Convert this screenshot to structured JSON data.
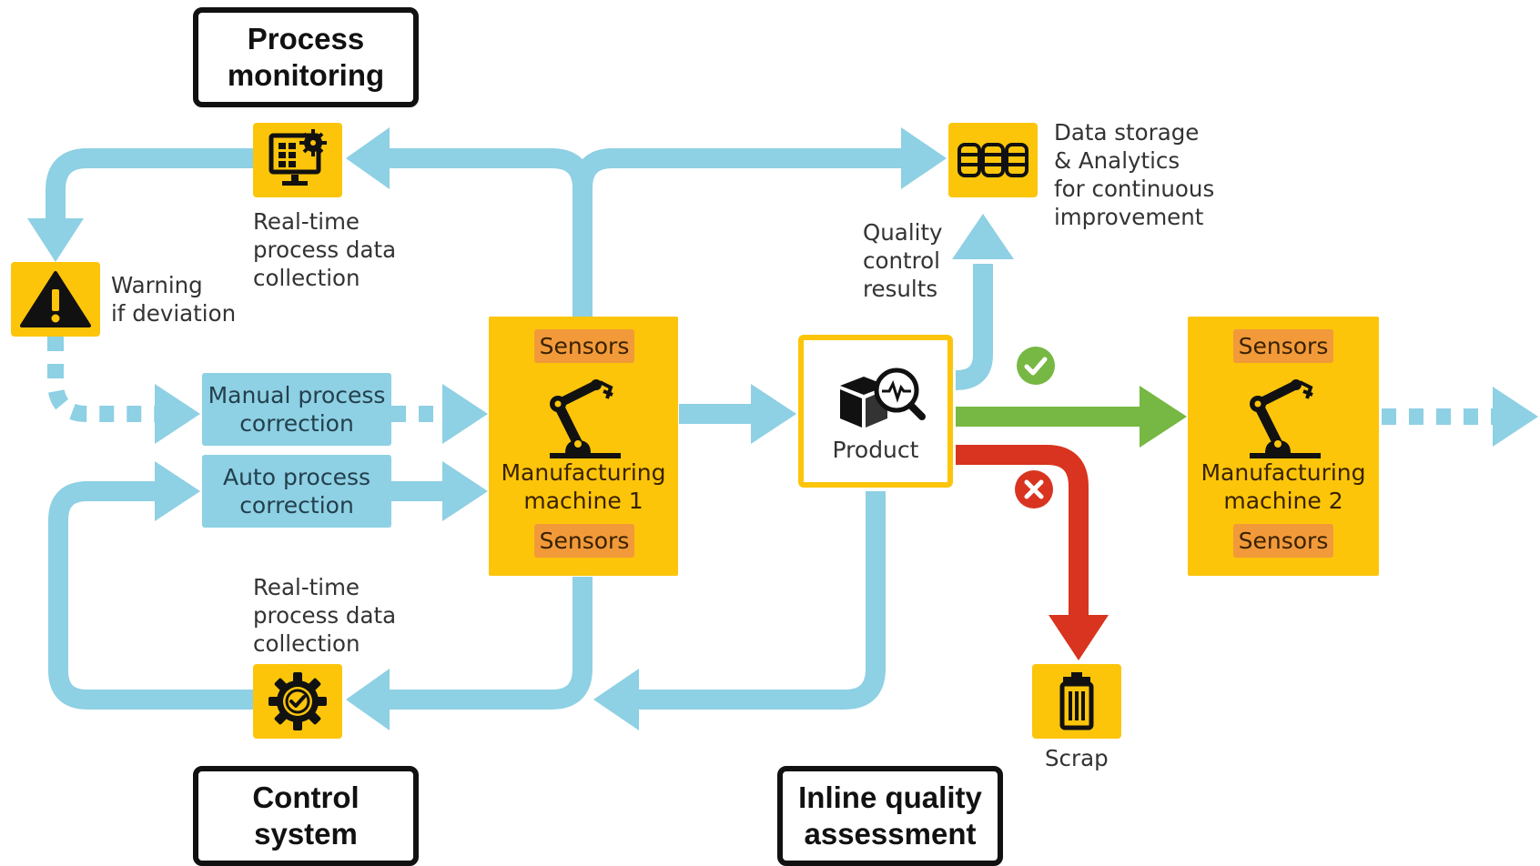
{
  "colors": {
    "flow_blue": "#8ED0E4",
    "accept_green": "#76B843",
    "reject_red": "#D8341F",
    "yellow": "#FCC50A",
    "orange": "#F29A3A"
  },
  "stage_labels": {
    "process_monitoring": "Process\nmonitoring",
    "control_system": "Control\nsystem",
    "inline_quality": "Inline quality\nassessment"
  },
  "annotations": {
    "realtime_top": "Real-time\nprocess data\ncollection",
    "realtime_bottom": "Real-time\nprocess data\ncollection",
    "warning": "Warning\nif deviation",
    "data_storage": "Data storage\n& Analytics\nfor continuous\nimprovement",
    "quality_results": "Quality\ncontrol\nresults",
    "scrap": "Scrap"
  },
  "corrections": {
    "manual": "Manual process\ncorrection",
    "auto": "Auto process\ncorrection"
  },
  "machine1": {
    "sensors_top": "Sensors",
    "name": "Manufacturing\nmachine 1",
    "sensors_bottom": "Sensors"
  },
  "machine2": {
    "sensors_top": "Sensors",
    "name": "Manufacturing\nmachine 2",
    "sensors_bottom": "Sensors"
  },
  "product": {
    "label": "Product"
  },
  "icons": {
    "monitor": "monitor-gear-icon",
    "warning": "warning-triangle-icon",
    "database": "database-icon",
    "control": "gear-check-icon",
    "robot": "robot-arm-icon",
    "inspect": "box-magnifier-icon",
    "accept": "check-circle-icon",
    "reject": "x-circle-icon",
    "trash": "trash-icon"
  }
}
